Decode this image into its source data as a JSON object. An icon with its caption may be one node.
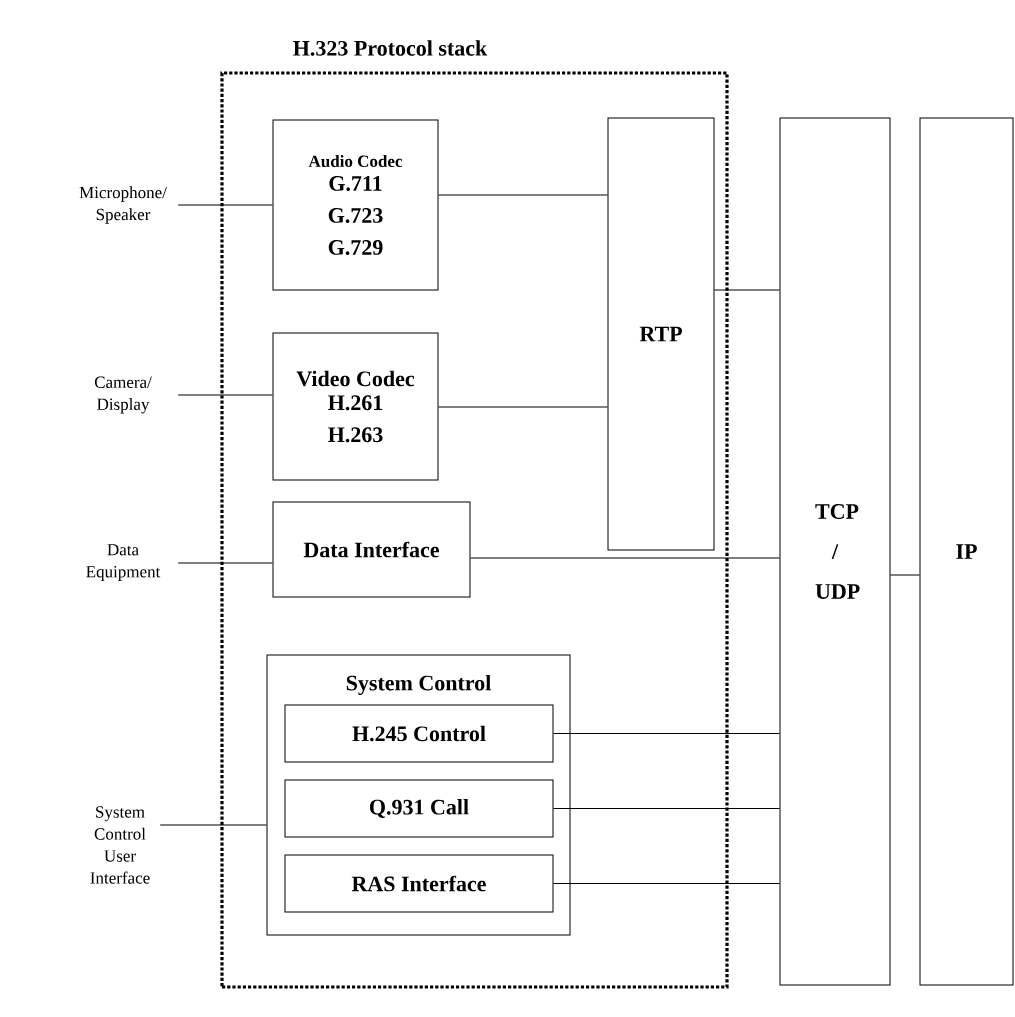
{
  "diagram": {
    "title": "H.323 Protocol stack",
    "nodes": [
      {
        "text": [],
        "shape": "box"
      },
      {
        "text": [
          "Audio Codec",
          "G.711 G.723 G.729"
        ],
        "in": 0
      },
      {
        "text": [
          "RTP"
        ],
        "in": 0
      },
      {
        "text": [
          "Video Codec",
          "H.261 H.263"
        ],
        "in": 0
      },
      {
        "text": [
          "Data Interface"
        ],
        "in": 0
      },
      {
        "text": [
          "System Control"
        ],
        "in": 0
      },
      {
        "text": [
          "H.245 Control"
        ],
        "in": 5
      },
      {
        "text": [
          "Q.931 Call"
        ],
        "in": 5
      },
      {
        "text": [
          "RAS Interface"
        ],
        "in": 5
      },
      {
        "text": [
          "TCP / UDP"
        ]
      },
      {
        "text": [
          "IP"
        ]
      },
      {
        "text": [
          "Microphone/ Speaker"
        ]
      },
      {
        "text": [
          "Camera/ Display"
        ]
      },
      {
        "text": [
          "Data Equipment"
        ]
      },
      {
        "text": [
          "System Control User Interface"
        ]
      }
    ],
    "edges": [
      {
        "from": 11,
        "to": 1,
        "arrow": "none"
      },
      {
        "from": 12,
        "to": 3,
        "arrow": "none"
      },
      {
        "from": 13,
        "to": 4,
        "arrow": "none"
      },
      {
        "from": 14,
        "to": 5,
        "arrow": "none"
      },
      {
        "from": 1,
        "to": 2,
        "arrow": "none"
      },
      {
        "from": 3,
        "to": 2,
        "arrow": "none"
      },
      {
        "from": 2,
        "to": 9,
        "arrow": "none"
      },
      {
        "from": 4,
        "to": 9,
        "arrow": "none"
      },
      {
        "from": 6,
        "to": 9,
        "arrow": "none"
      },
      {
        "from": 7,
        "to": 9,
        "arrow": "none"
      },
      {
        "from": 8,
        "to": 9,
        "arrow": "none"
      },
      {
        "from": 9,
        "to": 10,
        "arrow": "none"
      }
    ]
  }
}
